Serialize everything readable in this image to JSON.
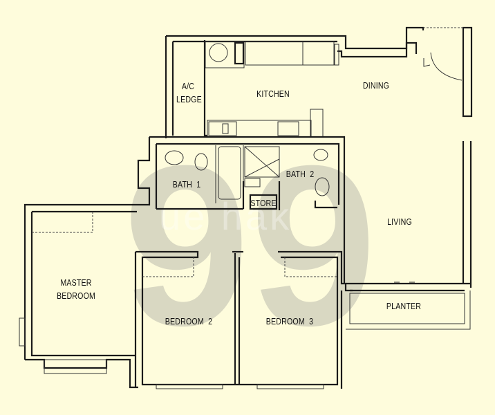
{
  "plan": {
    "background_color": "#fefcdc",
    "line_color": "#1a1a1a",
    "rooms": [
      {
        "id": "ac-ledge",
        "label": "A/C\nLEDGE"
      },
      {
        "id": "kitchen",
        "label": "KITCHEN"
      },
      {
        "id": "dining",
        "label": "DINING"
      },
      {
        "id": "bath-1",
        "label": "BATH  1"
      },
      {
        "id": "bath-2",
        "label": "BATH  2"
      },
      {
        "id": "store",
        "label": "STORE"
      },
      {
        "id": "living",
        "label": "LIVING"
      },
      {
        "id": "master-bedroom",
        "label": "MASTER\nBEDROOM"
      },
      {
        "id": "bedroom-2",
        "label": "BEDROOM  2"
      },
      {
        "id": "bedroom-3",
        "label": "BEDROOM  3"
      },
      {
        "id": "planter",
        "label": "PLANTER"
      }
    ]
  },
  "watermark": {
    "glyphs": "99",
    "text": "ue   hak",
    "color": "#8c8c8c"
  }
}
